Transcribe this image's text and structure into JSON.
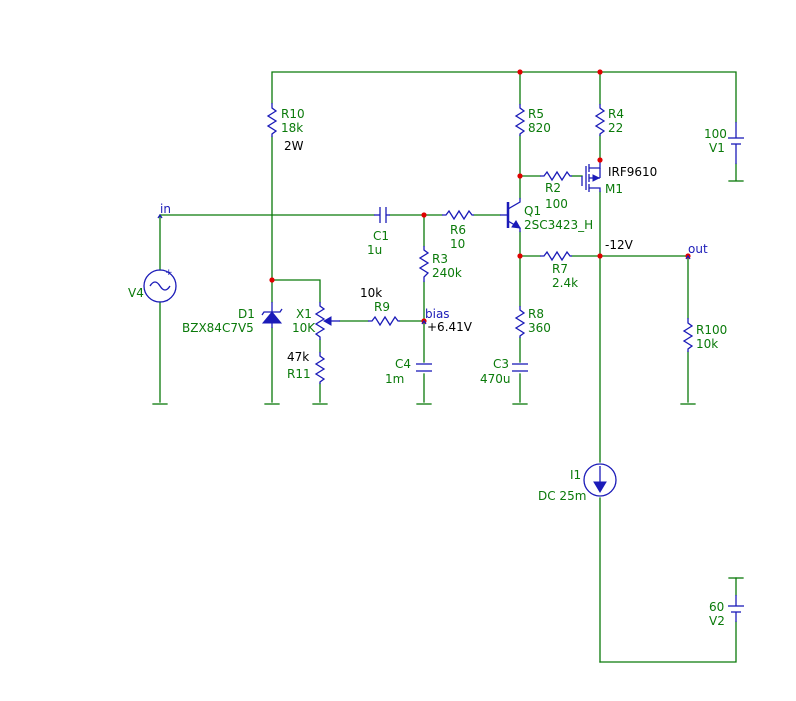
{
  "colors": {
    "wire": "#0a7a0a",
    "component": "#1b1bb8",
    "node": "#e00000",
    "annotation": "#000000"
  },
  "components": {
    "R10": {
      "name": "R10",
      "value": "18k",
      "rating": "2W"
    },
    "R5": {
      "name": "R5",
      "value": "820"
    },
    "R4": {
      "name": "R4",
      "value": "22"
    },
    "V1": {
      "name": "V1",
      "value": "100"
    },
    "M1": {
      "name": "M1",
      "model": "IRF9610"
    },
    "R2": {
      "name": "R2",
      "value": "100"
    },
    "Q1": {
      "name": "Q1",
      "model": "2SC3423_H"
    },
    "C1": {
      "name": "C1",
      "value": "1u"
    },
    "R6": {
      "name": "R6",
      "value": "10"
    },
    "R3": {
      "name": "R3",
      "value": "240k"
    },
    "R7": {
      "name": "R7",
      "value": "2.4k"
    },
    "V4": {
      "name": "V4"
    },
    "D1": {
      "name": "D1",
      "model": "BZX84C7V5"
    },
    "X1": {
      "name": "X1",
      "value": "10K"
    },
    "R9": {
      "name": "R9",
      "value": "10k"
    },
    "R11": {
      "name": "R11",
      "value": "47k"
    },
    "C4": {
      "name": "C4",
      "value": "1m"
    },
    "R8": {
      "name": "R8",
      "value": "360"
    },
    "C3": {
      "name": "C3",
      "value": "470u"
    },
    "R100": {
      "name": "R100",
      "value": "10k"
    },
    "I1": {
      "name": "I1",
      "value": "DC 25m"
    },
    "V2": {
      "name": "V2",
      "value": "60"
    }
  },
  "nets": {
    "in": "in",
    "bias": "bias",
    "out": "out"
  },
  "annotations": {
    "bias_voltage": "+6.41V",
    "out_voltage": "-12V"
  }
}
